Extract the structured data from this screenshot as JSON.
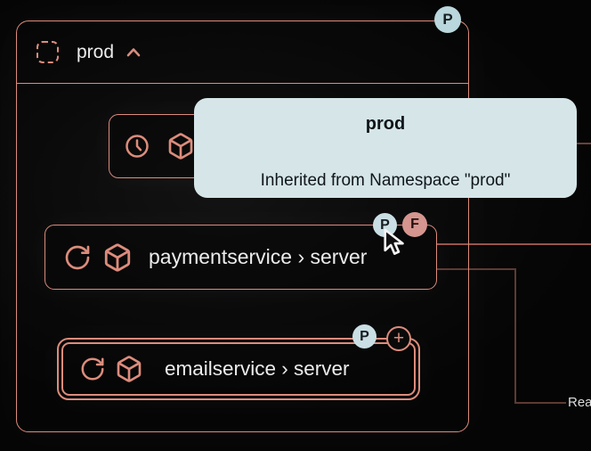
{
  "colors": {
    "accent": "#dc8c7c",
    "edge_bright": "#96564c",
    "edge_dim": "#5d3a33",
    "tooltip_bg": "#d5e5e8",
    "badge_teal": "#b9d7dc",
    "badge_pink": "#d6958f",
    "text_light": "#ececec",
    "canvas_bg": "#0a0a0a"
  },
  "namespace": {
    "label": "prod",
    "badge": "P"
  },
  "tooltip": {
    "title": "prod",
    "body": "Inherited from Namespace \"prod\""
  },
  "nodes": {
    "payment": {
      "label": "paymentservice › server",
      "badges": [
        "P",
        "F"
      ]
    },
    "email": {
      "label": "emailservice › server",
      "badge": "P",
      "add_badge": "+"
    }
  },
  "edge_label": "Rea"
}
